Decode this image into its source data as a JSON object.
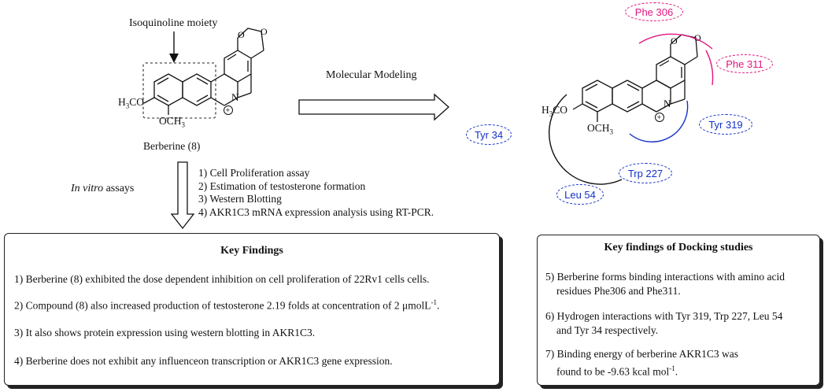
{
  "colors": {
    "magenta": "#e0157e",
    "blue": "#1530c9",
    "ink": "#111111"
  },
  "left_molecule": {
    "moiety_label": "Isoquinoline moiety",
    "name": "Berberine (8)",
    "methoxy_top_prefix": "H",
    "methoxy_top_sub": "3",
    "methoxy_top_suffix": "CO",
    "methoxy_bottom_prefix": "OCH",
    "methoxy_bottom_sub": "3",
    "nitrogen": "N",
    "charge": "+"
  },
  "modeling_label": "Molecular Modeling",
  "assays": {
    "label_italic": "In vitro",
    "label_rest": " assays",
    "steps": [
      "1) Cell Proliferation assay",
      "2) Estimation of testosterone formation",
      "3) Western Blotting",
      "4) AKR1C3 mRNA expression analysis using RT-PCR."
    ]
  },
  "key_findings": {
    "title": "Key Findings",
    "item1": "1) Berberine (8) exhibited the dose dependent inhibition on cell proliferation of 22Rv1 cells cells.",
    "item2_main": "2) Compound (8) also increased production of testosterone 2.19 folds at concentration of 2 μmolL",
    "item2_sup": "-1",
    "item2_end": ".",
    "item3": "3) It also shows protein expression using western blotting in AKR1C3.",
    "item4": "4) Berberine does not exhibit any influenceon transcription or AKR1C3 gene expression."
  },
  "docking": {
    "title": "Key findings of Docking studies",
    "item5_line1": "5) Berberine forms binding interactions with amino acid",
    "item5_line2": "residues Phe306 and Phe311.",
    "item6_line1": "6) Hydrogen interactions with Tyr 319, Trp 227, Leu 54",
    "item6_line2": "and Tyr 34 respectively.",
    "item7_line1": "7) Binding energy of berberine AKR1C3 was",
    "item7_line2_main": "found to be -9.63 kcal mol",
    "item7_line2_sup": "-1",
    "item7_line2_end": "."
  },
  "residues": {
    "phe306": "Phe 306",
    "phe311": "Phe 311",
    "tyr319": "Tyr 319",
    "trp227": "Trp 227",
    "leu54": "Leu 54",
    "tyr34": "Tyr 34"
  }
}
